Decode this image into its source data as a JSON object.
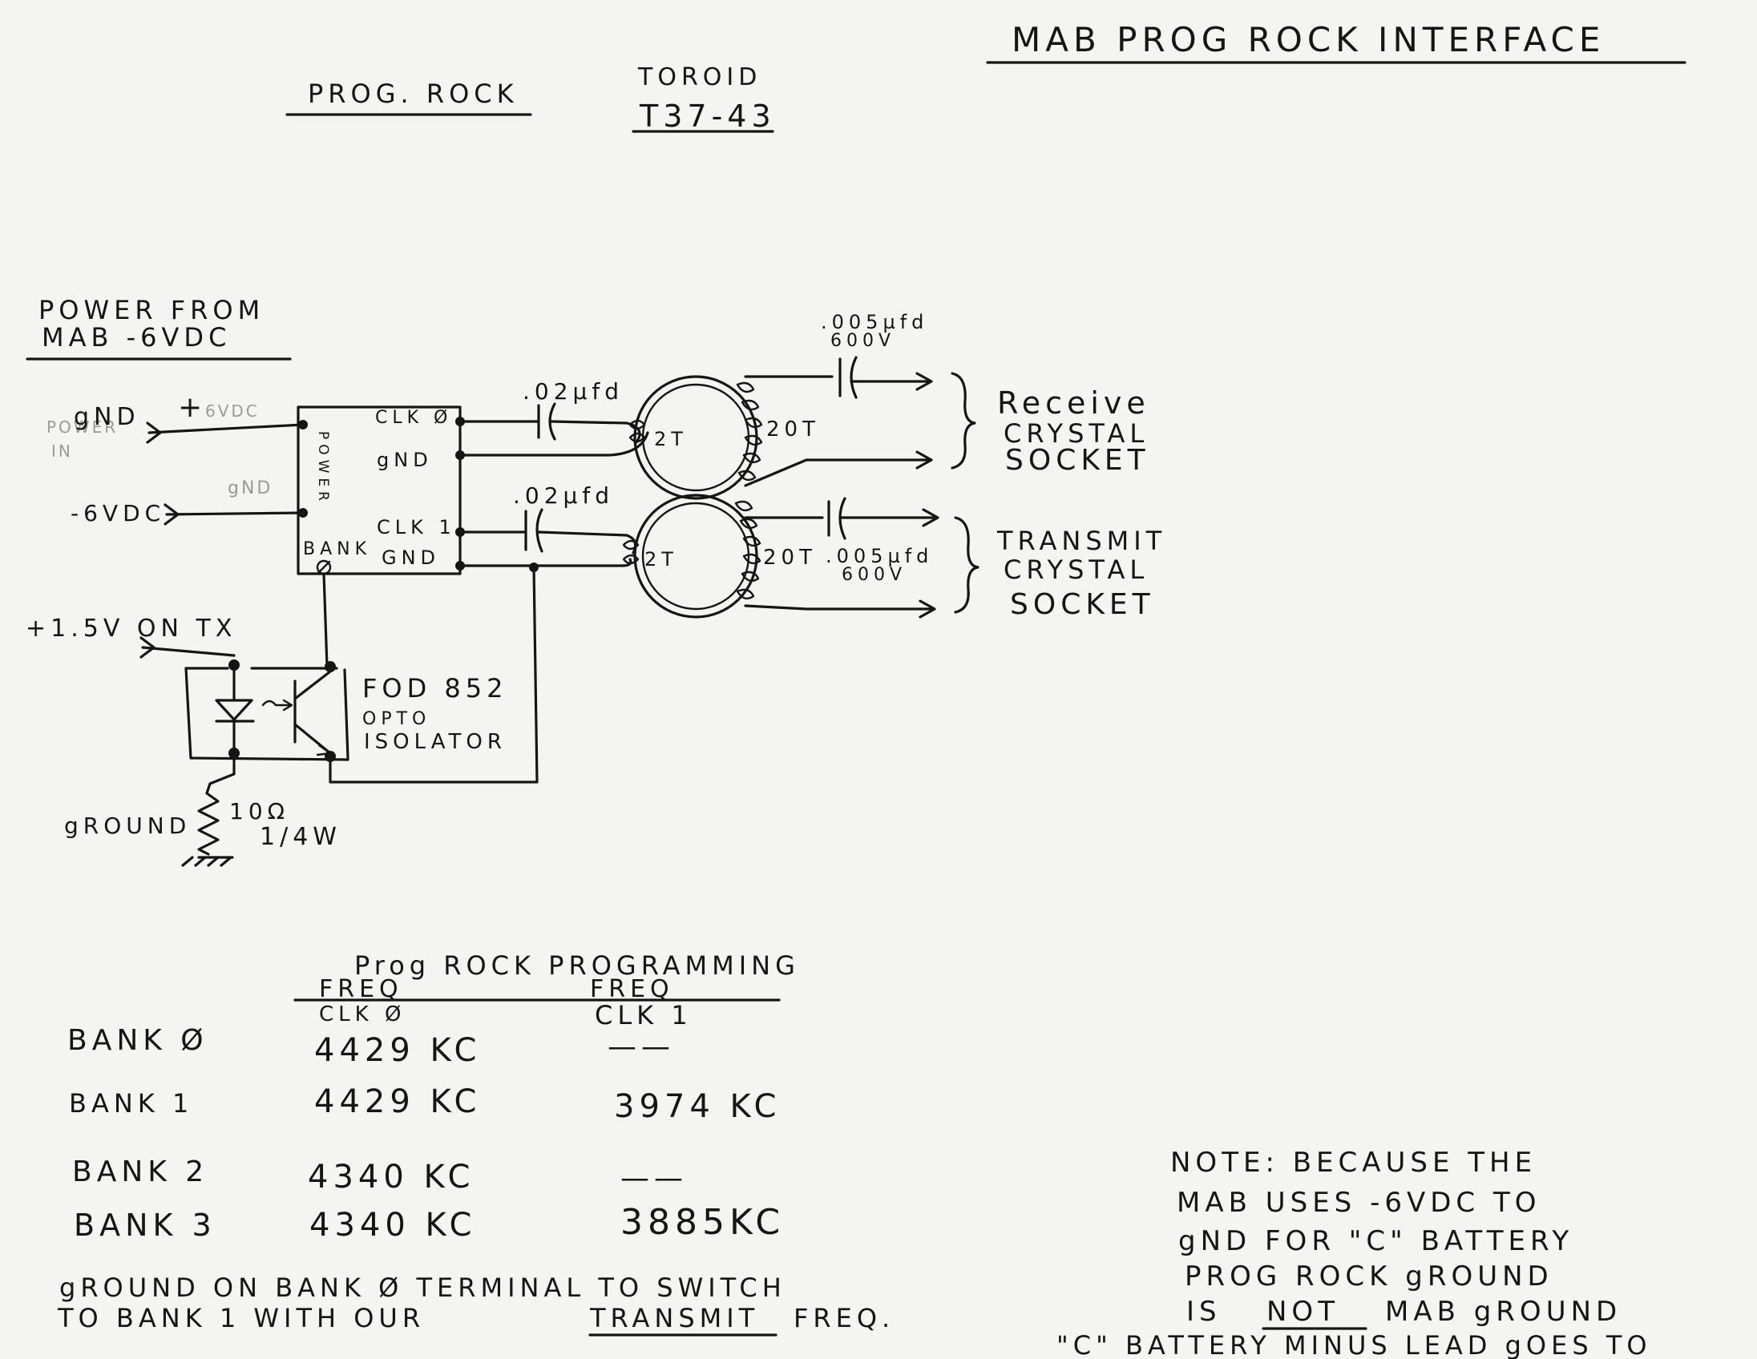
{
  "header": {
    "title": "MAB PROG ROCK INTERFACE",
    "prog_rock_label": "PROG. ROCK",
    "toroid_label": "TOROID",
    "toroid_part": "T37-43"
  },
  "power": {
    "heading_line1": "POWER FROM",
    "heading_line2": "MAB -6VDC",
    "gnd_input": "gND",
    "neg_input": "-6VDC",
    "plus_sign": "+",
    "faint_1": "6VDC",
    "faint_2": "POWER",
    "faint_3": "IN",
    "faint_4": "gND"
  },
  "module": {
    "power_pin": "POWER",
    "clk0": "CLK Ø",
    "gnd1": "gND",
    "clk1": "CLK 1",
    "gnd2": "GND",
    "bank": "BANK"
  },
  "receive": {
    "coupling_cap": ".02µfd",
    "primary_turns": "2T",
    "secondary_turns": "20T",
    "output_cap_value": ".005µfd",
    "output_cap_voltage": "600V",
    "label_line1": "Receive",
    "label_line2": "CRYSTAL",
    "label_line3": "SOCKET"
  },
  "transmit": {
    "coupling_cap": ".02µfd",
    "primary_turns": "2T",
    "secondary_turns": "20T",
    "output_cap_value": ".005µfd",
    "output_cap_voltage": "600V",
    "label_line1": "TRANSMIT",
    "label_line2": "CRYSTAL",
    "label_line3": "SOCKET"
  },
  "opto": {
    "tx_label": "+1.5V ON TX",
    "part": "FOD 852",
    "desc_line1": "OPTO",
    "desc_line2": "ISOLATOR",
    "resistor_value": "10Ω",
    "resistor_power": "1/4W",
    "ground_label": "gROUND"
  },
  "programming": {
    "title": "Prog ROCK PROGRAMMING",
    "col1_head_a": "FREQ",
    "col1_head_b": "CLK Ø",
    "col2_head_a": "FREQ",
    "col2_head_b": "CLK 1",
    "rows": [
      {
        "bank": "BANK Ø",
        "clk0": "4429 KC",
        "clk1": "——"
      },
      {
        "bank": "BANK 1",
        "clk0": "4429 KC",
        "clk1": "3974 KC"
      },
      {
        "bank": "BANK 2",
        "clk0": "4340 KC",
        "clk1": "——"
      },
      {
        "bank": "BANK 3",
        "clk0": "4340 KC",
        "clk1": "3885KC"
      }
    ],
    "footnote_line1": "gROUND ON BANK Ø TERMINAL TO SWITCH",
    "footnote_line2_a": "TO BANK 1 WITH OUR",
    "footnote_line2_b": "TRANSMIT",
    "footnote_line2_c": "FREQ."
  },
  "note": {
    "line1": "NOTE: BECAUSE THE",
    "line2": "MAB USES -6VDC TO",
    "line3": "gND FOR \"C\" BATTERY",
    "line4": "PROG ROCK gROUND",
    "line5_a": "IS",
    "line5_b": "NOT",
    "line5_c": "MAB gROUND",
    "line6": "\"C\" BATTERY MINUS LEAD gOES TO"
  }
}
